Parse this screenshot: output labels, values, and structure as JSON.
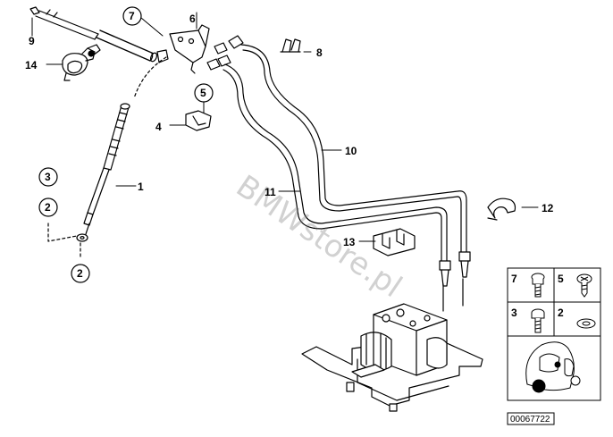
{
  "watermark": "BMWstore.pl",
  "reference_number": "00067722",
  "callouts": {
    "c1": "1",
    "c2": "2",
    "c2b": "2",
    "c3": "3",
    "c4": "4",
    "c5": "5",
    "c6": "6",
    "c7": "7",
    "c8": "8",
    "c9": "9",
    "c10": "10",
    "c11": "11",
    "c12": "12",
    "c13": "13",
    "c14": "14"
  },
  "legend": {
    "k7": "7",
    "k5": "5",
    "k3": "3",
    "k2": "2"
  }
}
